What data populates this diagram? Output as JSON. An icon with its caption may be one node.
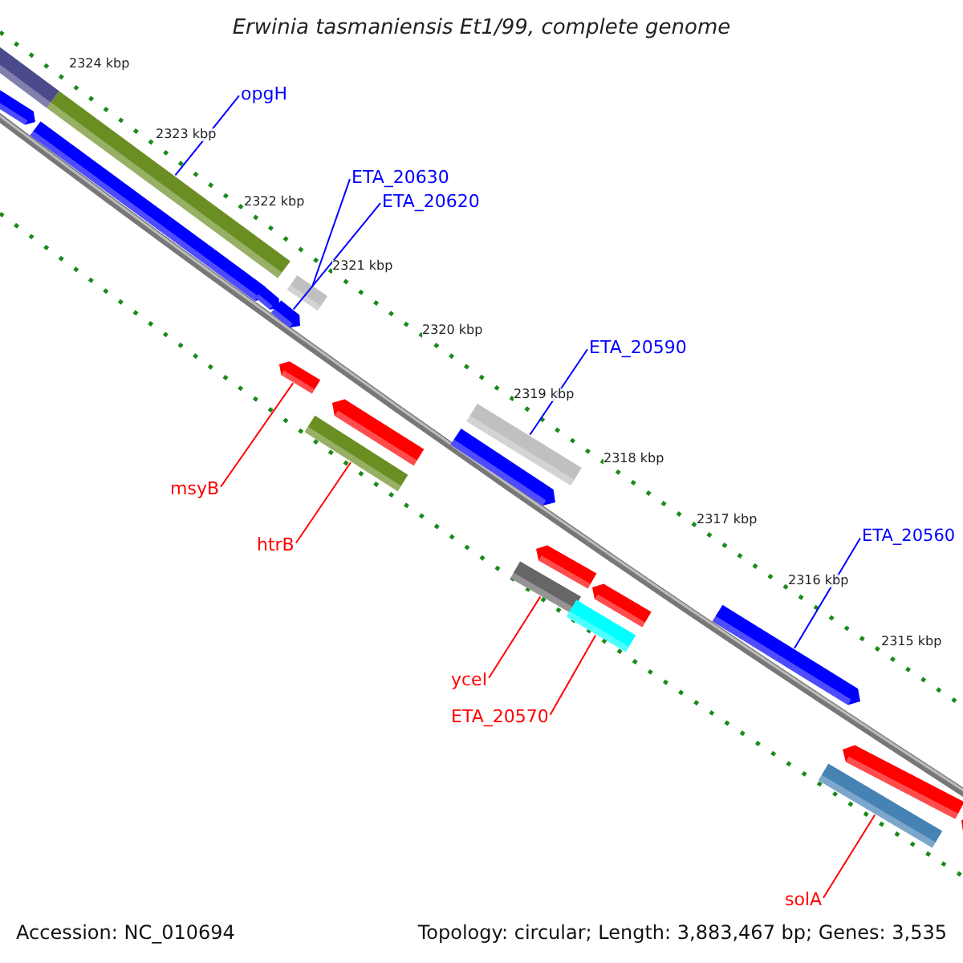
{
  "diagram": {
    "title": "Erwinia tasmaniensis Et1/99, complete genome",
    "nodes": [
      {
        "text": [
          "opgH"
        ]
      },
      {
        "text": [
          "ETA_20630"
        ]
      },
      {
        "text": [
          "ETA_20620"
        ]
      },
      {
        "text": [
          "ETA_20590"
        ]
      },
      {
        "text": [
          "ETA_20560"
        ]
      },
      {
        "text": [
          "msyB"
        ]
      },
      {
        "text": [
          "htrB"
        ]
      },
      {
        "text": [
          "yceI"
        ]
      },
      {
        "text": [
          "ETA_20570"
        ]
      },
      {
        "text": [
          "solA"
        ]
      },
      {
        "text": [],
        "shape": "bar"
      },
      {
        "text": [],
        "shape": "bar"
      },
      {
        "text": [],
        "shape": "bar"
      },
      {
        "text": [],
        "shape": "bar"
      },
      {
        "text": [],
        "shape": "bar"
      },
      {
        "text": [],
        "shape": "bar"
      },
      {
        "text": [],
        "shape": "bar"
      },
      {
        "text": [],
        "shape": "bar"
      },
      {
        "text": [],
        "shape": "bar"
      },
      {
        "text": [],
        "shape": "bar"
      },
      {
        "text": [],
        "shape": "bar"
      },
      {
        "text": [],
        "shape": "bar"
      },
      {
        "text": [],
        "shape": "bar"
      },
      {
        "text": [],
        "shape": "bar"
      },
      {
        "text": [],
        "shape": "bar"
      },
      {
        "text": [],
        "shape": "bar"
      },
      {
        "text": [],
        "shape": "bar"
      },
      {
        "text": [],
        "shape": "bar"
      },
      {
        "text": [],
        "shape": "bar"
      },
      {
        "text": [],
        "shape": "bar"
      }
    ],
    "edges": [
      {
        "from": 0,
        "to": 10,
        "arrow": "none",
        "color": "#0000ff"
      },
      {
        "from": 1,
        "to": 11,
        "arrow": "none",
        "color": "#0000ff"
      },
      {
        "from": 2,
        "to": 12,
        "arrow": "none",
        "color": "#0000ff"
      },
      {
        "from": 3,
        "to": 13,
        "arrow": "none",
        "color": "#0000ff"
      },
      {
        "from": 4,
        "to": 14,
        "arrow": "none",
        "color": "#0000ff"
      },
      {
        "from": 5,
        "to": 15,
        "arrow": "none",
        "color": "#ff0000"
      },
      {
        "from": 6,
        "to": 16,
        "arrow": "none",
        "color": "#ff0000"
      },
      {
        "from": 7,
        "to": 17,
        "arrow": "none",
        "color": "#ff0000"
      },
      {
        "from": 8,
        "to": 18,
        "arrow": "none",
        "color": "#ff0000"
      },
      {
        "from": 9,
        "to": 19,
        "arrow": "none",
        "color": "#ff0000"
      }
    ],
    "labels": [
      "2324 kbp",
      "2323 kbp",
      "2322 kbp",
      "2321 kbp",
      "2320 kbp",
      "2319 kbp",
      "2318 kbp",
      "2317 kbp",
      "2316 kbp",
      "2315 kbp",
      "Accession: NC_010694",
      "Topology: circular; Length: 3,883,467 bp; Genes: 3,535"
    ]
  }
}
